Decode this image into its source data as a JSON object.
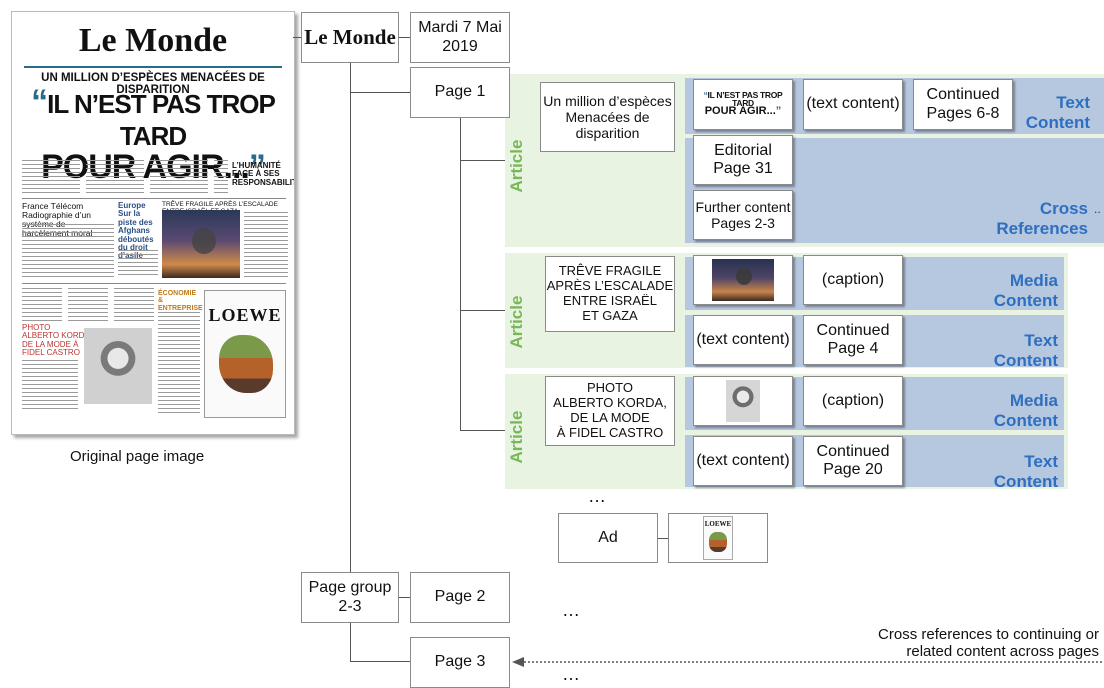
{
  "original": {
    "caption": "Original page image",
    "masthead": "Le Monde",
    "top_headline": "UN MILLION D’ESPÈCES MENACÉES DE DISPARITION",
    "main_headline_line1": "IL N’EST PAS TROP TARD",
    "main_headline_line2": "POUR AGIR...",
    "open_quote": "“",
    "close_quote": "”",
    "story_france_telecom": "France Télécom Radiographie d’un système de harcèlement moral",
    "story_europe": "Europe\nSur la piste des Afghans déboutés du droit d’asile",
    "story_treve": "TRÊVE FRAGILE APRÈS L’ESCALADE ENTRE ISRAËL ET GAZA",
    "story_photo": "PHOTO\nALBERTO KORDA, DE LA MODE À FIDEL CASTRO",
    "story_economie": "ÉCONOMIE & ENTREPRISE",
    "editorial_tag": "L’HUMANITÉ FACE À SES RESPONSABILITÉS",
    "ad_brand": "LOEWE"
  },
  "tree": {
    "root": "Le Monde",
    "date": "Mardi 7 Mai\n2019",
    "page1": "Page 1",
    "page_group": "Page group\n2-3",
    "page2": "Page 2",
    "page3": "Page 3",
    "ad": "Ad",
    "ellipsis": "…"
  },
  "articles": [
    {
      "label": "Article",
      "title": "Un million d’espèces\nMenacées de\ndisparition",
      "thumb_text_1": "IL N’EST PAS TROP TARD",
      "thumb_text_2": "POUR AGIR...",
      "text_content": "(text content)",
      "continued": "Continued\nPages 6-8",
      "text_section": "Text\nContent",
      "editorial": "Editorial\nPage 31",
      "further": "Further content\nPages 2-3",
      "cross_section": "Cross\nReferences",
      "cross_ellipsis": ".."
    },
    {
      "label": "Article",
      "title": "TRÊVE FRAGILE\nAPRÈS L’ESCALADE\nENTRE ISRAËL\nET GAZA",
      "caption": "(caption)",
      "media_section": "Media\nContent",
      "text_content": "(text content)",
      "continued": "Continued\nPage 4",
      "text_section": "Text\nContent"
    },
    {
      "label": "Article",
      "title": "PHOTO\nALBERTO KORDA,\nDE LA MODE\nÀ FIDEL CASTRO",
      "caption": "(caption)",
      "media_section": "Media\nContent",
      "text_content": "(text content)",
      "continued": "Continued\nPage 20",
      "text_section": "Text\nContent"
    }
  ],
  "cross_ref_note": "Cross references to continuing or\nrelated content across pages",
  "colors": {
    "article_label": "#79b85a",
    "article_band": "#e9f3e2",
    "section_band": "#b6c7e0",
    "section_label": "#2e6fc0"
  }
}
